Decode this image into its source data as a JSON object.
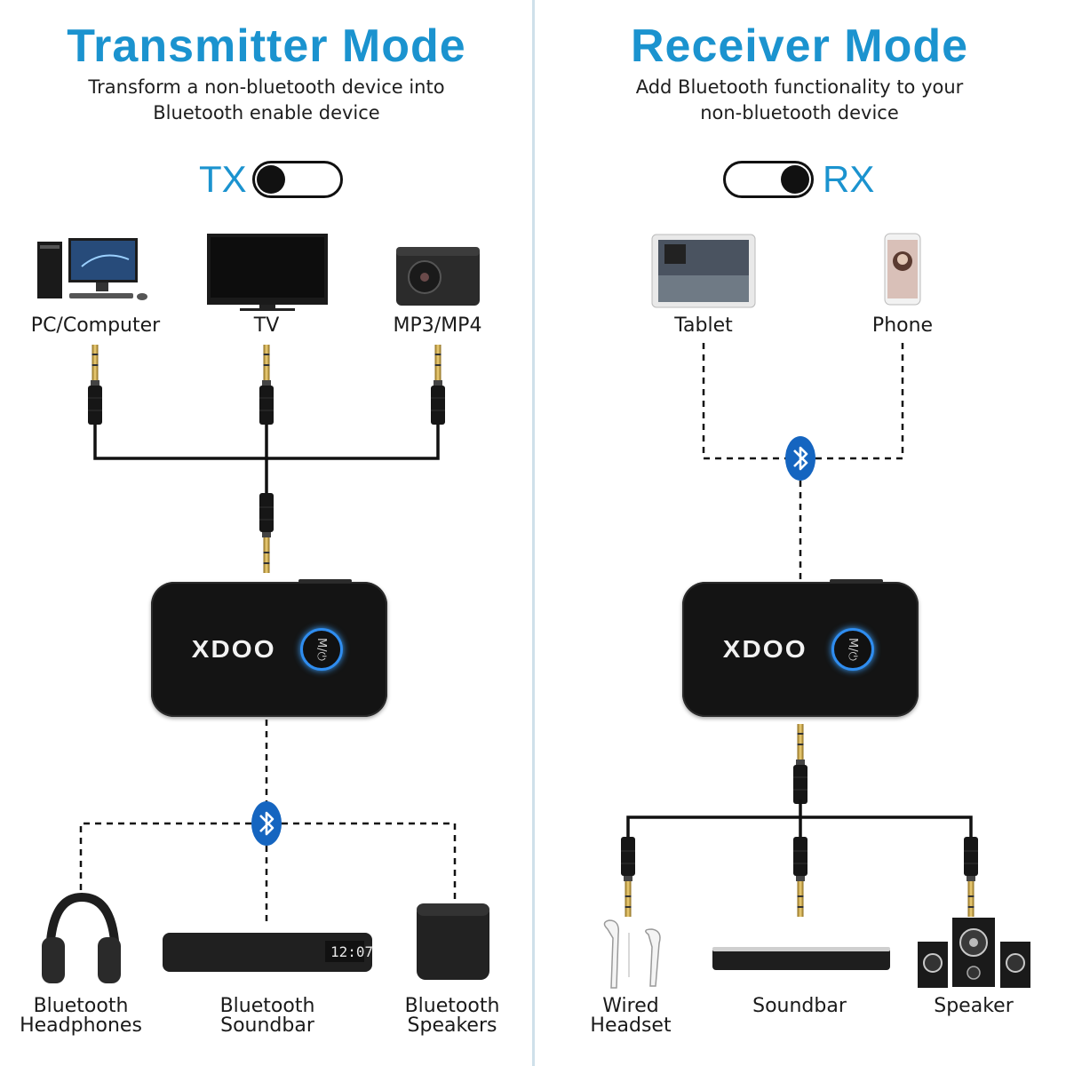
{
  "colors": {
    "accent": "#1b93cf",
    "bluetooth": "#1565c0",
    "device_ring": "#2f8df0"
  },
  "left": {
    "title": "Transmitter Mode",
    "subtitle_line1": "Transform a non-bluetooth device into",
    "subtitle_line2": "Bluetooth enable device",
    "toggle_label": "TX",
    "device_brand": "XDOO",
    "device_button": "M/⏻",
    "sources": [
      {
        "label": "PC/Computer",
        "icon": "desktop-computer-icon"
      },
      {
        "label": "TV",
        "icon": "tv-icon"
      },
      {
        "label": "MP3/MP4",
        "icon": "mp3-player-icon"
      }
    ],
    "outputs": [
      {
        "line1": "Bluetooth",
        "line2": "Headphones",
        "icon": "headphones-icon"
      },
      {
        "line1": "Bluetooth",
        "line2": "Soundbar",
        "icon": "soundbar-icon",
        "display": "12:07"
      },
      {
        "line1": "Bluetooth",
        "line2": "Speakers",
        "icon": "bluetooth-speaker-icon"
      }
    ]
  },
  "right": {
    "title": "Receiver Mode",
    "subtitle_line1": "Add Bluetooth functionality to your",
    "subtitle_line2": "non-bluetooth device",
    "toggle_label": "RX",
    "device_brand": "XDOO",
    "device_button": "M/⏻",
    "sources": [
      {
        "label": "Tablet",
        "icon": "tablet-icon"
      },
      {
        "label": "Phone",
        "icon": "phone-icon"
      }
    ],
    "outputs": [
      {
        "line1": "Wired",
        "line2": "Headset",
        "icon": "earphones-icon"
      },
      {
        "line1": "Soundbar",
        "line2": "",
        "icon": "soundbar-icon"
      },
      {
        "line1": "Speaker",
        "line2": "",
        "icon": "speaker-system-icon"
      }
    ]
  }
}
